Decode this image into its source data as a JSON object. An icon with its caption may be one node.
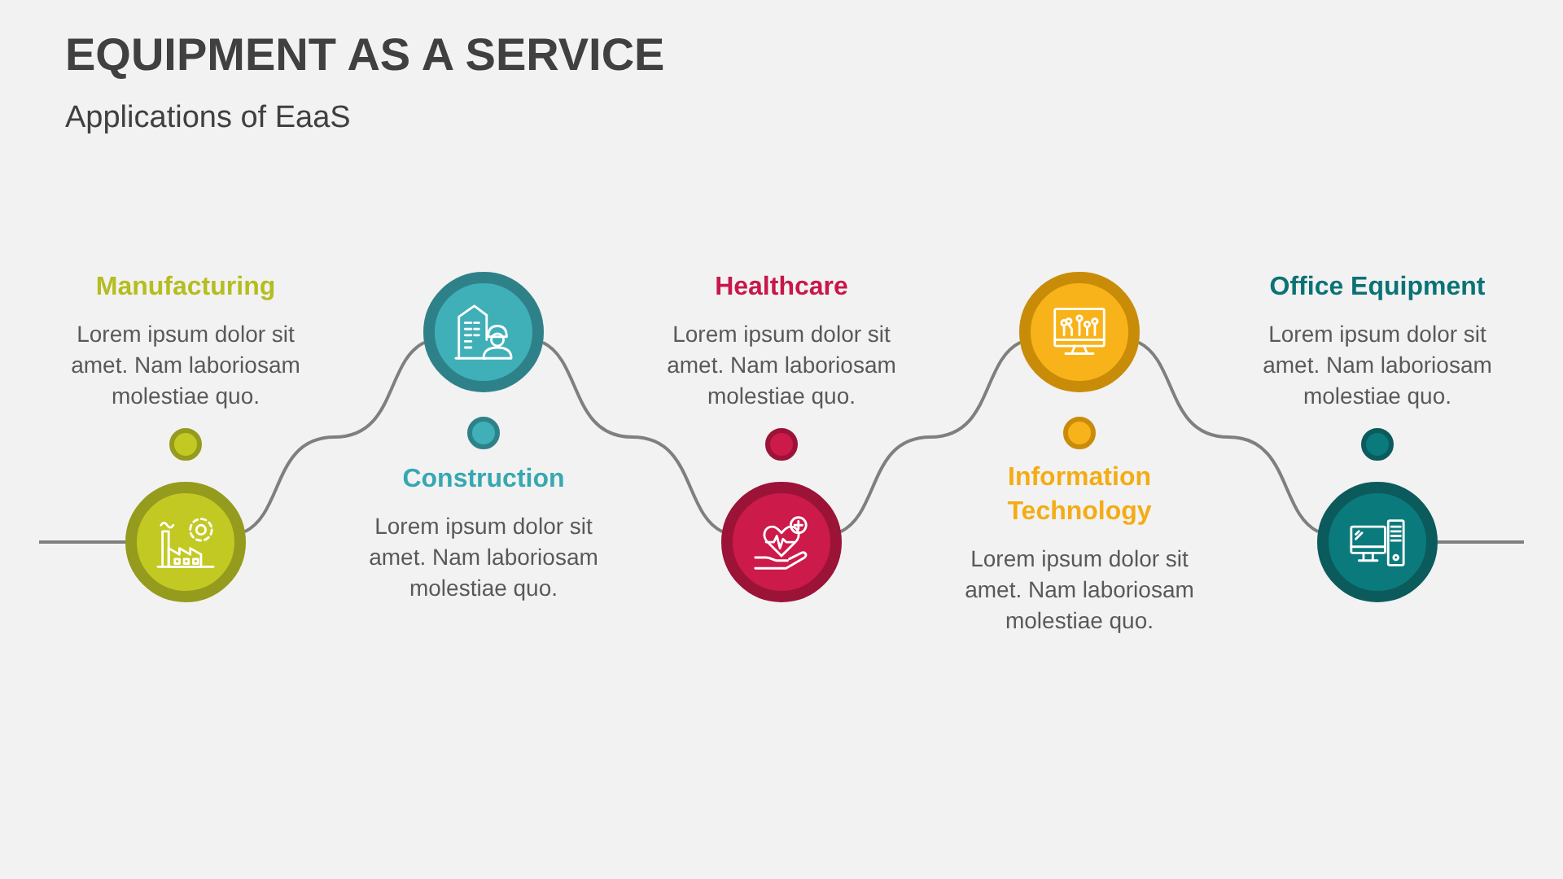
{
  "diagram": {
    "title": "EQUIPMENT AS A SERVICE",
    "labels": [
      "Applications of EaaS"
    ],
    "nodes": [
      {
        "text": [],
        "shape": "circle",
        "beside": [
          "Manufacturing",
          "Lorem ipsum dolor sit amet. Nam laboriosam molestiae quo."
        ]
      },
      {
        "text": [],
        "shape": "circle",
        "beside": [
          "Construction",
          "Lorem ipsum dolor sit amet. Nam laboriosam molestiae quo."
        ]
      },
      {
        "text": [],
        "shape": "circle",
        "beside": [
          "Healthcare",
          "Lorem ipsum dolor sit amet. Nam laboriosam molestiae quo."
        ]
      },
      {
        "text": [],
        "shape": "circle",
        "beside": [
          "Information Technology",
          "Lorem ipsum dolor sit amet. Nam laboriosam molestiae quo."
        ]
      },
      {
        "text": [],
        "shape": "circle",
        "beside": [
          "Office Equipment",
          "Lorem ipsum dolor sit amet. Nam laboriosam molestiae quo."
        ]
      }
    ],
    "edges": [
      {
        "from": null,
        "to": 0,
        "arrow": "none"
      },
      {
        "from": 0,
        "to": 1,
        "arrow": "none"
      },
      {
        "from": 1,
        "to": 2,
        "arrow": "none"
      },
      {
        "from": 2,
        "to": 3,
        "arrow": "none"
      },
      {
        "from": 3,
        "to": 4,
        "arrow": "none"
      },
      {
        "from": 4,
        "to": null,
        "arrow": "none"
      }
    ]
  }
}
